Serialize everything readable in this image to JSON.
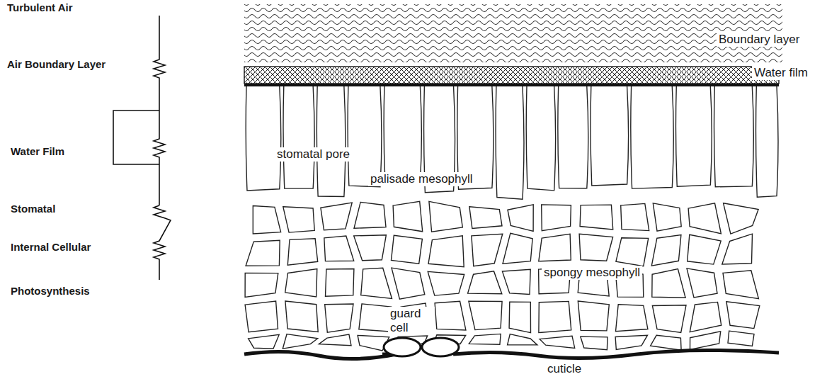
{
  "diagram": {
    "labels": [
      "Turbulent Air",
      "Air Boundary Layer",
      "Water Film",
      "Stomatal",
      "Internal Cellular",
      "Photosynthesis",
      "Boundary layer",
      "Water film",
      "stomatal pore",
      "palisade mesophyll",
      "spongy mesophyll",
      "guard cell",
      "cuticle"
    ]
  }
}
